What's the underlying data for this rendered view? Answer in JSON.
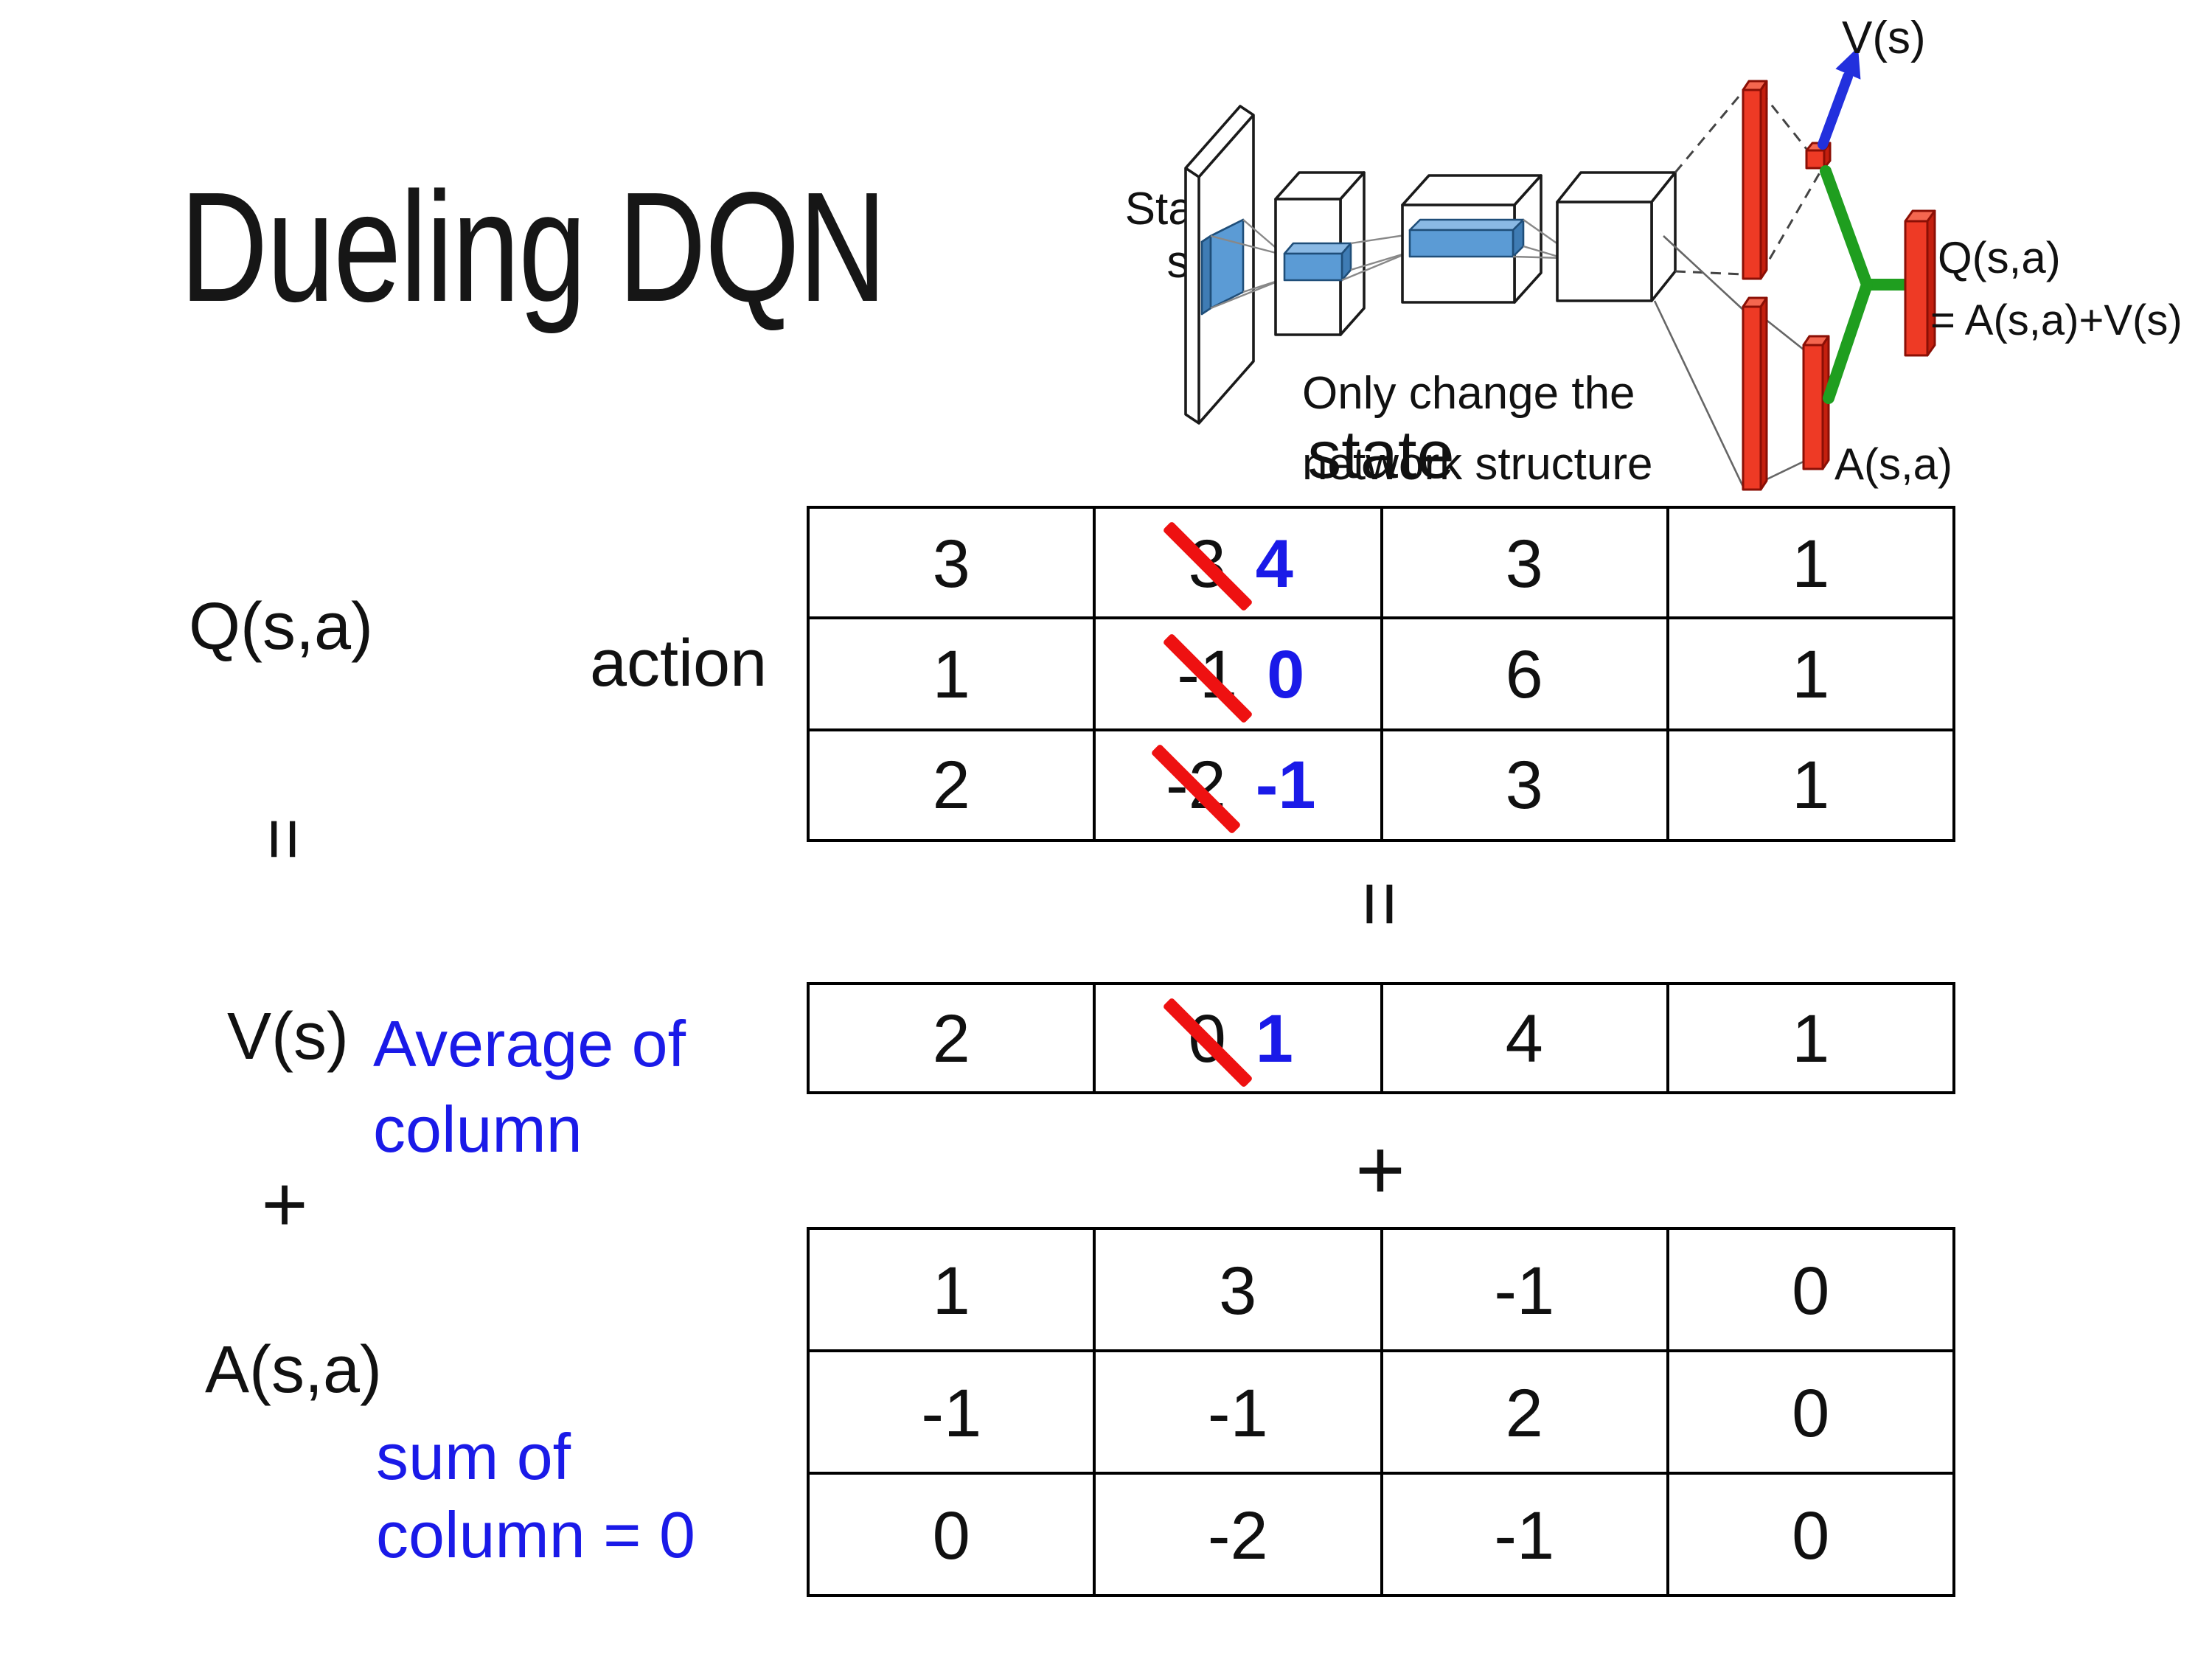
{
  "slide": {
    "title": "Dueling DQN"
  },
  "network_diagram": {
    "input_label_line1": "State",
    "input_label_line2": "s",
    "note_line1": "Only change the",
    "note_line2": "network structure",
    "v_output_label": "V(s)",
    "q_output_label_line1": "Q(s,a)",
    "q_output_label_line2": "= A(s,a)+V(s)",
    "a_output_label": "A(s,a)"
  },
  "equation": {
    "q_label": "Q(s,a)",
    "equals_left": "=",
    "v_label": "V(s)",
    "plus_left": "+",
    "a_label": "A(s,a)",
    "state_header": "state",
    "action_label": "action",
    "equals_center": "=",
    "plus_center": "+",
    "avg_note_line1": "Average of",
    "avg_note_line2": "column",
    "sum_note_line1": "sum of",
    "sum_note_line2": "column = 0"
  },
  "tables": {
    "q": {
      "rows": [
        {
          "cells": [
            {
              "value": "3"
            },
            {
              "old": "3",
              "new": "4"
            },
            {
              "value": "3"
            },
            {
              "value": "1"
            }
          ]
        },
        {
          "cells": [
            {
              "value": "1"
            },
            {
              "old": "-1",
              "new": "0"
            },
            {
              "value": "6"
            },
            {
              "value": "1"
            }
          ]
        },
        {
          "cells": [
            {
              "value": "2"
            },
            {
              "old": "-2",
              "new": "-1"
            },
            {
              "value": "3"
            },
            {
              "value": "1"
            }
          ]
        }
      ]
    },
    "v": {
      "rows": [
        {
          "cells": [
            {
              "value": "2"
            },
            {
              "old": "0",
              "new": "1"
            },
            {
              "value": "4"
            },
            {
              "value": "1"
            }
          ]
        }
      ]
    },
    "a": {
      "rows": [
        {
          "cells": [
            {
              "value": "1"
            },
            {
              "value": "3"
            },
            {
              "value": "-1"
            },
            {
              "value": "0"
            }
          ]
        },
        {
          "cells": [
            {
              "value": "-1"
            },
            {
              "value": "-1"
            },
            {
              "value": "2"
            },
            {
              "value": "0"
            }
          ]
        },
        {
          "cells": [
            {
              "value": "0"
            },
            {
              "value": "-2"
            },
            {
              "value": "-1"
            },
            {
              "value": "0"
            }
          ]
        }
      ]
    }
  },
  "colors": {
    "accent_blue": "#1a1ae8",
    "strike_red": "#ee1111",
    "bar_red": "#ee3a25",
    "link_green": "#1f9e1f",
    "conv_blue": "#5b9bd5",
    "arrow_blue": "#2230dd"
  }
}
